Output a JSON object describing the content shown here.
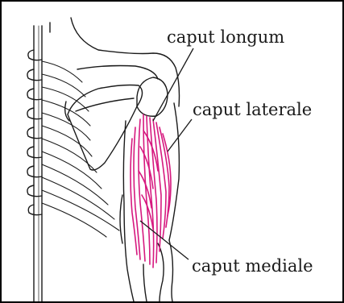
{
  "diagram": {
    "muscle_color": "#d6197f",
    "labels": {
      "caput_longum": "caput longum",
      "caput_laterale": "caput laterale",
      "caput_mediale": "caput mediale"
    }
  }
}
